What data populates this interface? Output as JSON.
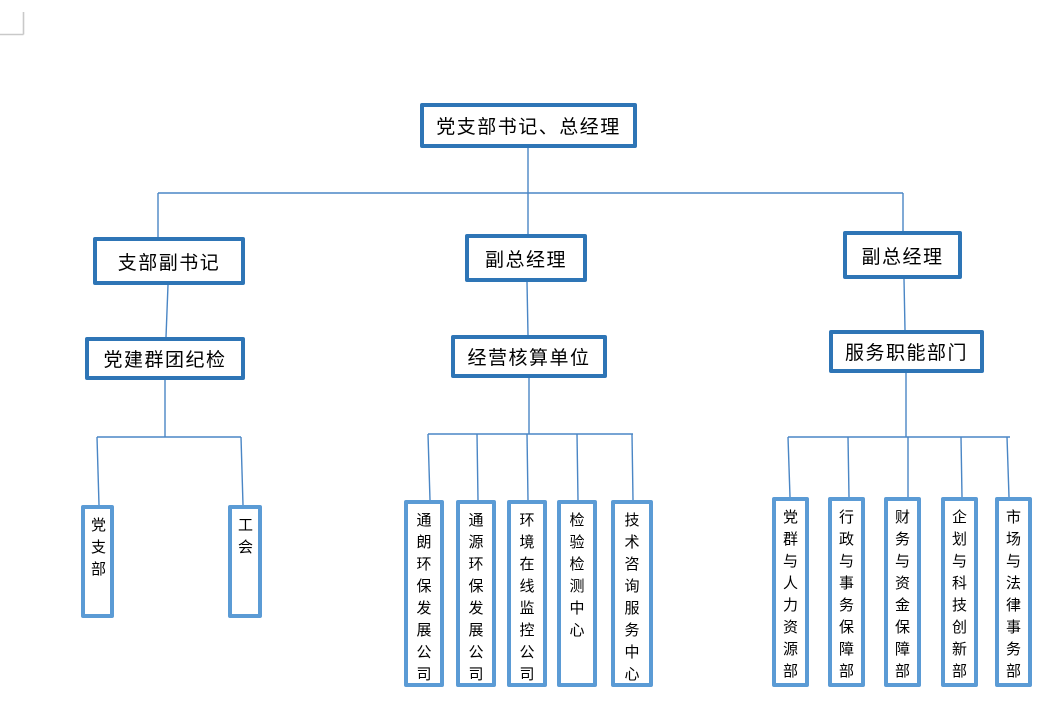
{
  "colors": {
    "box_border_dark": "#2e75b6",
    "box_border_light": "#5b9bd5",
    "connector_color": "#4a86c5",
    "crop_mark_color": "#c9c9c9",
    "text_color": "#000000",
    "page_bg": "#ffffff"
  },
  "org_chart": {
    "root": {
      "label": "党支部书记、总经理"
    },
    "level2": [
      {
        "label": "支部副书记"
      },
      {
        "label": "副总经理"
      },
      {
        "label": "副总经理"
      }
    ],
    "level3": [
      {
        "label": "党建群团纪检"
      },
      {
        "label": "经营核算单位"
      },
      {
        "label": "服务职能部门"
      }
    ],
    "leaves_left": [
      {
        "label": "党支部"
      },
      {
        "label": "工会"
      }
    ],
    "leaves_middle": [
      {
        "label": "通朗环保发展公司"
      },
      {
        "label": "通源环保发展公司"
      },
      {
        "label": "环境在线监控公司"
      },
      {
        "label": "检验检测中心"
      },
      {
        "label": "技术咨询服务中心"
      }
    ],
    "leaves_right": [
      {
        "label": "党群与人力资源部"
      },
      {
        "label": "行政与事务保障部"
      },
      {
        "label": "财务与资金保障部"
      },
      {
        "label": "企划与科技创新部"
      },
      {
        "label": "市场与法律事务部"
      }
    ]
  }
}
